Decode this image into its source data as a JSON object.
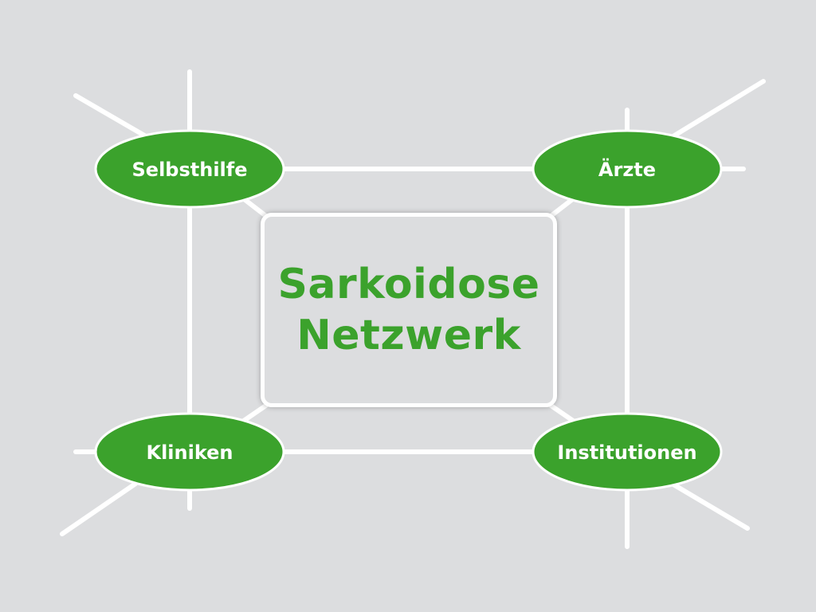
{
  "title": {
    "line1": "Sarkoidose",
    "line2": "Netzwerk"
  },
  "nodes": {
    "top_left": "Selbsthilfe",
    "top_right": "Ärzte",
    "bottom_left": "Kliniken",
    "bottom_right": "Institutionen"
  },
  "colors": {
    "background": "#dcdddf",
    "accent_green": "#3ba22c",
    "line": "#ffffff"
  }
}
